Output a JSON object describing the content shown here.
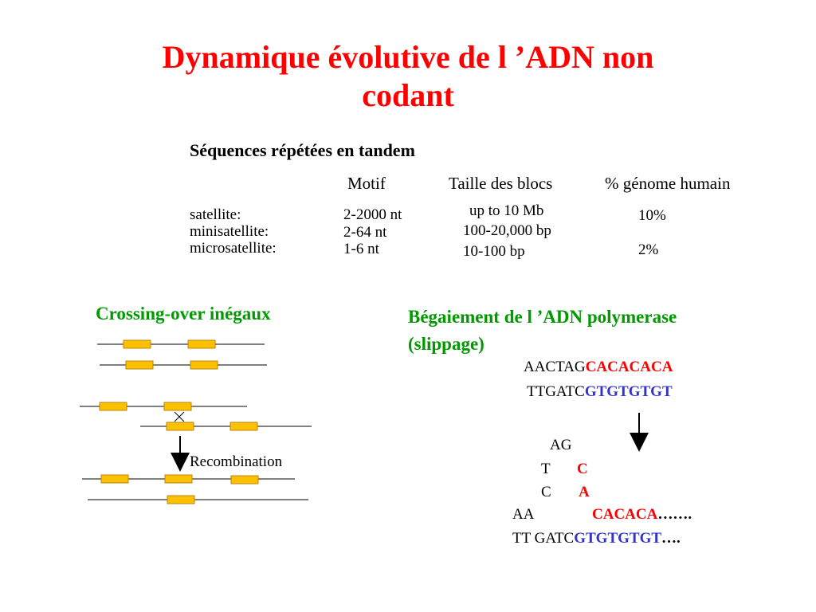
{
  "title": {
    "line1": "Dynamique évolutive de l ’ADN non",
    "line2": "codant"
  },
  "tandem": {
    "heading": "Séquences répétées en tandem",
    "columns": [
      "Motif",
      "Taille des blocs",
      "% génome humain"
    ],
    "rows": [
      {
        "label": "satellite:",
        "motif": "2-2000 nt",
        "size": "up to 10 Mb",
        "genome": "10%"
      },
      {
        "label": "minisatellite:",
        "motif": "2-64 nt",
        "size": "100-20,000 bp",
        "genome": ""
      },
      {
        "label": "microsatellite:",
        "motif": "1-6 nt",
        "size": "10-100 bp",
        "genome": "2%"
      }
    ]
  },
  "crossing": {
    "heading": "Crossing-over inégaux",
    "arrow_label": "Recombination"
  },
  "slippage": {
    "heading_line1": "Bégaiement de l ’ADN polymerase",
    "heading_line2": "(slippage)",
    "top_strand_plain": "AACTAG",
    "top_strand_repeat": "CACACACA",
    "bottom_strand_plain": "TTGATC",
    "bottom_strand_repeat": "GTGTGTGT",
    "loop_ag": "AG",
    "loop_t": "T",
    "loop_c_red": "C",
    "loop_c": "C",
    "loop_a_red": "A",
    "result_top_plain": "AA",
    "result_top_repeat": "CACACA",
    "result_top_dots": "…….",
    "result_bottom_plain": "TT GATC",
    "result_bottom_repeat": "GTGTGTGT",
    "result_bottom_dots": "…."
  },
  "colors": {
    "title": "#ff0000",
    "crossing_heading": "#009900",
    "slippage_heading": "#009900",
    "repeat_red": "#ff0000",
    "repeat_blue": "#3333cc",
    "block_fill": "#ffc000",
    "block_stroke": "#b8860b"
  }
}
